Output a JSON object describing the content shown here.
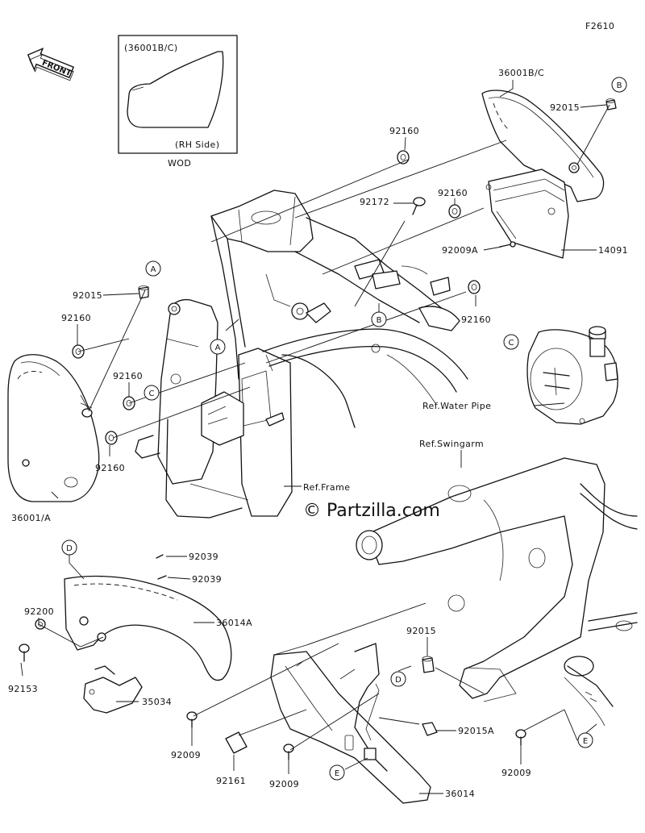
{
  "figure_code": "F2610",
  "inset": {
    "part": "(36001B/C)",
    "side": "(RH Side)",
    "caption": "WOD"
  },
  "front_badge": "FRONT",
  "watermark": "© Partzilla.com",
  "labels": {
    "p36001BC": "36001B/C",
    "p92015_b": "92015",
    "p92160_top": "92160",
    "p92172": "92172",
    "p92160_mid": "92160",
    "p92009A": "92009A",
    "p14091": "14091",
    "p92015_a": "92015",
    "p92160_left": "92160",
    "p92160_ring": "92160",
    "p92160_low": "92160",
    "p92160_right": "92160",
    "p36001A": "36001/A",
    "ref_frame": "Ref.Frame",
    "ref_water_pipe": "Ref.Water Pipe",
    "ref_swingarm": "Ref.Swingarm",
    "p92039_a": "92039",
    "p92039_b": "92039",
    "p36014A": "36014A",
    "p92200": "92200",
    "p92153": "92153",
    "p35034": "35034",
    "p92015_d": "92015",
    "p92015A": "92015A",
    "p92009_a": "92009",
    "p92009_b": "92009",
    "p92009_c": "92009",
    "p92161": "92161",
    "p36014": "36014"
  },
  "callouts": {
    "A": "A",
    "B": "B",
    "C": "C",
    "D": "D",
    "E": "E"
  }
}
